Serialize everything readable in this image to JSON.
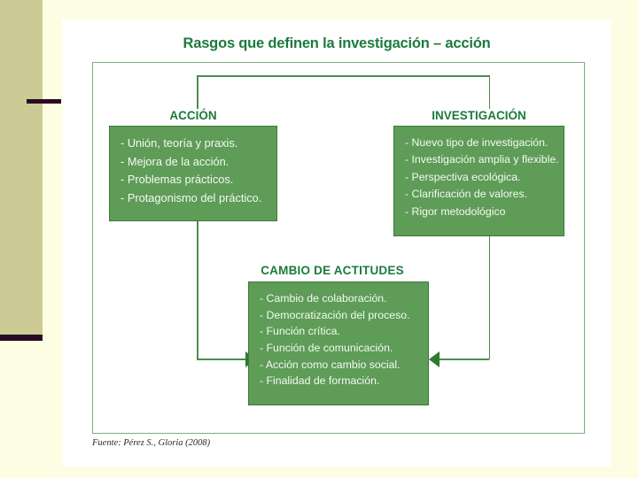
{
  "slide": {
    "title": "Rasgos que definen la investigación – acción",
    "source": "Fuente: Pérez S., Gloria (2008)"
  },
  "colors": {
    "background": "#fdfde4",
    "sidebar_strip": "#cccb96",
    "accent_bar": "#2a0a24",
    "page": "#ffffff",
    "heading_green": "#1d7a3e",
    "box_fill": "#5e9c57",
    "box_border": "#3c7a3c",
    "line_green": "#4e8b4e",
    "arrow_green": "#2f7a32",
    "frame_border": "#7fab7f",
    "box_text": "#f4fbf2"
  },
  "diagram": {
    "boxes": [
      {
        "id": "accion",
        "heading": "ACCIÓN",
        "items": [
          "- Unión, teoría y praxis.",
          "- Mejora de la acción.",
          "- Problemas prácticos.",
          "- Protagonismo del práctico."
        ]
      },
      {
        "id": "investigacion",
        "heading": "INVESTIGACIÓN",
        "items": [
          "- Nuevo tipo de investigación.",
          "- Investigación amplia y flexible.",
          "- Perspectiva ecológica.",
          "- Clarificación de valores.",
          "- Rigor metodológico"
        ]
      },
      {
        "id": "cambio",
        "heading": "CAMBIO DE ACTITUDES",
        "items": [
          "- Cambio de colaboración.",
          "- Democratización del proceso.",
          "- Función crítica.",
          "- Función de comunicación.",
          "- Acción como cambio social.",
          "- Finalidad de formación."
        ]
      }
    ]
  }
}
